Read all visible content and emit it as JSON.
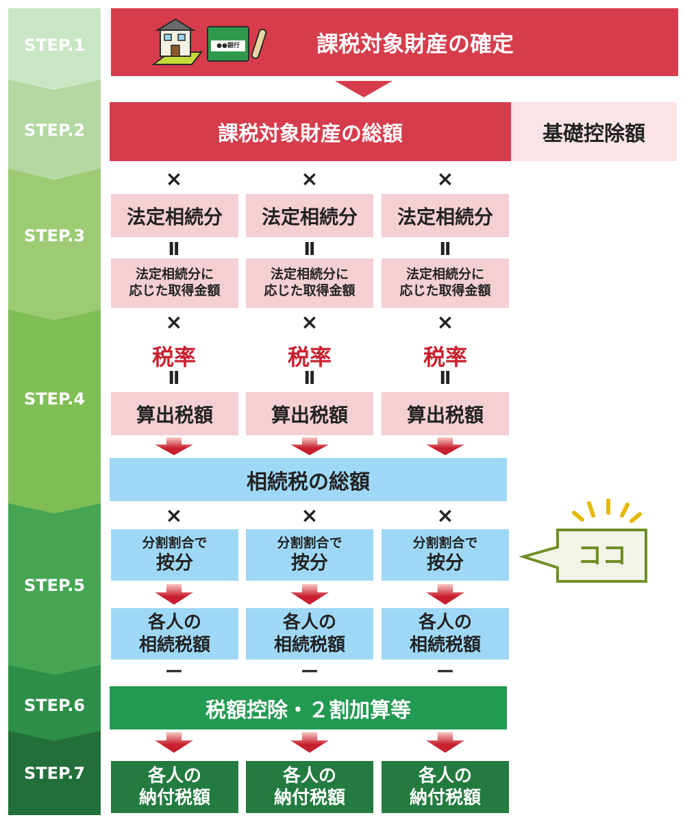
{
  "steps": [
    {
      "label": "STEP.1",
      "color": "#c9e6c4"
    },
    {
      "label": "STEP.2",
      "color": "#b3d8a2"
    },
    {
      "label": "STEP.3",
      "color": "#9ccb74"
    },
    {
      "label": "STEP.4",
      "color": "#7fbe55"
    },
    {
      "label": "STEP.5",
      "color": "#45a552"
    },
    {
      "label": "STEP.6",
      "color": "#2d8f48"
    },
    {
      "label": "STEP.7",
      "color": "#226f3a"
    }
  ],
  "step1": {
    "title": "課税対象財産の確定",
    "bank_label": "●●銀行"
  },
  "step2": {
    "total": "課税対象財産の総額",
    "deduction": "基礎控除額"
  },
  "ops": {
    "times": "×",
    "equals": "Ⅱ",
    "minus": "ー"
  },
  "columns": [
    {
      "statutory": "法定相続分",
      "acquired_1": "法定相続分に",
      "acquired_2": "応じた取得金額",
      "rate": "税率",
      "calc_tax": "算出税額",
      "split_1": "分割割合で",
      "split_2": "按分",
      "each_tax_1": "各人の",
      "each_tax_2": "相続税額",
      "pay_1": "各人の",
      "pay_2": "納付税額"
    },
    {
      "statutory": "法定相続分",
      "acquired_1": "法定相続分に",
      "acquired_2": "応じた取得金額",
      "rate": "税率",
      "calc_tax": "算出税額",
      "split_1": "分割割合で",
      "split_2": "按分",
      "each_tax_1": "各人の",
      "each_tax_2": "相続税額",
      "pay_1": "各人の",
      "pay_2": "納付税額"
    },
    {
      "statutory": "法定相続分",
      "acquired_1": "法定相続分に",
      "acquired_2": "応じた取得金額",
      "rate": "税率",
      "calc_tax": "算出税額",
      "split_1": "分割割合で",
      "split_2": "按分",
      "each_tax_1": "各人の",
      "each_tax_2": "相続税額",
      "pay_1": "各人の",
      "pay_2": "納付税額"
    }
  ],
  "step4": {
    "total_tax": "相続税の総額"
  },
  "step5": {
    "callout": "ココ"
  },
  "step6": {
    "deduction": "税額控除・２割加算等"
  }
}
